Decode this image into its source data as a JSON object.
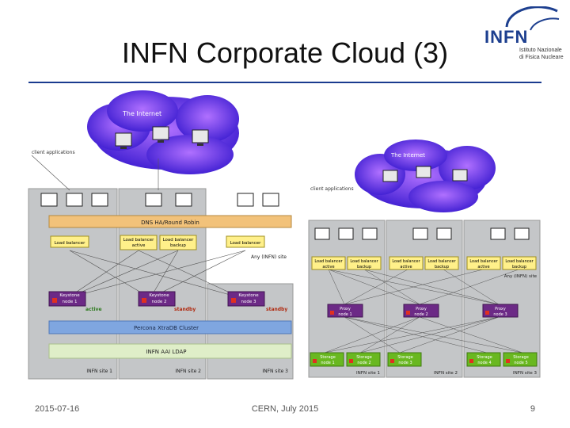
{
  "slide": {
    "title": "INFN Corporate Cloud (3)",
    "logo": {
      "word": "INFN",
      "line1": "Istituto Nazionale",
      "line2": "di Fisica Nucleare"
    },
    "footer": {
      "date": "2015-07-16",
      "center": "CERN, July 2015",
      "page": "9"
    }
  },
  "diagram": {
    "internet_label": "The Internet",
    "client_label": "client applications",
    "left": {
      "dns": "DNS HA/Round Robin",
      "lb_single": "Load balancer",
      "lb_active": [
        "Load balancer",
        "active"
      ],
      "lb_backup": [
        "Load balancer",
        "backup"
      ],
      "site_any": "Any (INFN) site",
      "keystone": [
        [
          "Keystone",
          "node 1"
        ],
        [
          "Keystone",
          "node 2"
        ],
        [
          "Keystone",
          "node 3"
        ]
      ],
      "status": [
        "active",
        "standby",
        "standby"
      ],
      "percona": "Percona XtraDB Cluster",
      "ldap": "INFN AAI LDAP",
      "sites": [
        "INFN site 1",
        "INFN site 2",
        "INFN site 3"
      ]
    },
    "right": {
      "lb": [
        [
          "Load balancer",
          "active"
        ],
        [
          "Load balancer",
          "backup"
        ]
      ],
      "site_any": "Any (INFN) site",
      "proxy": [
        [
          "Proxy",
          "node 1"
        ],
        [
          "Proxy",
          "node 2"
        ],
        [
          "Proxy",
          "node 3"
        ]
      ],
      "storage": [
        [
          "Storage",
          "node 1"
        ],
        [
          "Storage",
          "node 2"
        ],
        [
          "Storage",
          "node 3"
        ],
        [
          "Storage",
          "node 4"
        ],
        [
          "Storage",
          "node 5"
        ]
      ],
      "sites": [
        "INFN site 1",
        "INFN site 2",
        "INFN site 3"
      ]
    },
    "colors": {
      "cloud": "#6f2fc0",
      "panel": "#c4c6c8",
      "dns_bar": "#f2c27a",
      "lb_box": "#fff08a",
      "keystone_box": "#6c2a86",
      "proxy_box": "#6c2a86",
      "storage_box": "#69b820",
      "percona_bar": "#7fa6e0",
      "ldap_bar": "#dfeec8"
    }
  }
}
